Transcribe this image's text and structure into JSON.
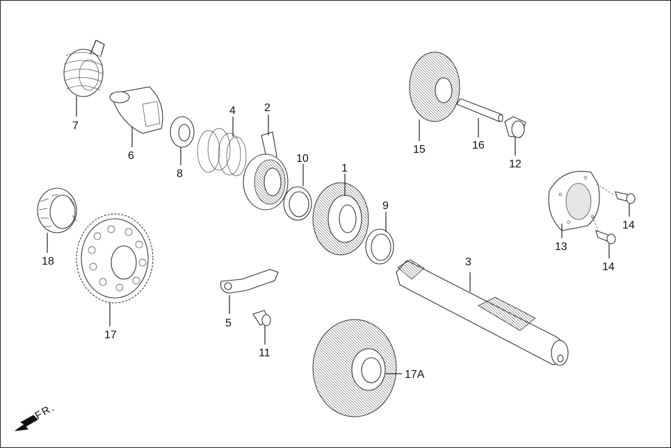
{
  "labels": {
    "p1": "1",
    "p2": "2",
    "p3": "3",
    "p4": "4",
    "p5": "5",
    "p6": "6",
    "p7": "7",
    "p8": "8",
    "p9": "9",
    "p10": "10",
    "p11": "11",
    "p12": "12",
    "p13": "13",
    "p14a": "14",
    "p14b": "14",
    "p15": "15",
    "p16": "16",
    "p17": "17",
    "p17a": "17A",
    "p18": "18"
  },
  "direction": "FR."
}
